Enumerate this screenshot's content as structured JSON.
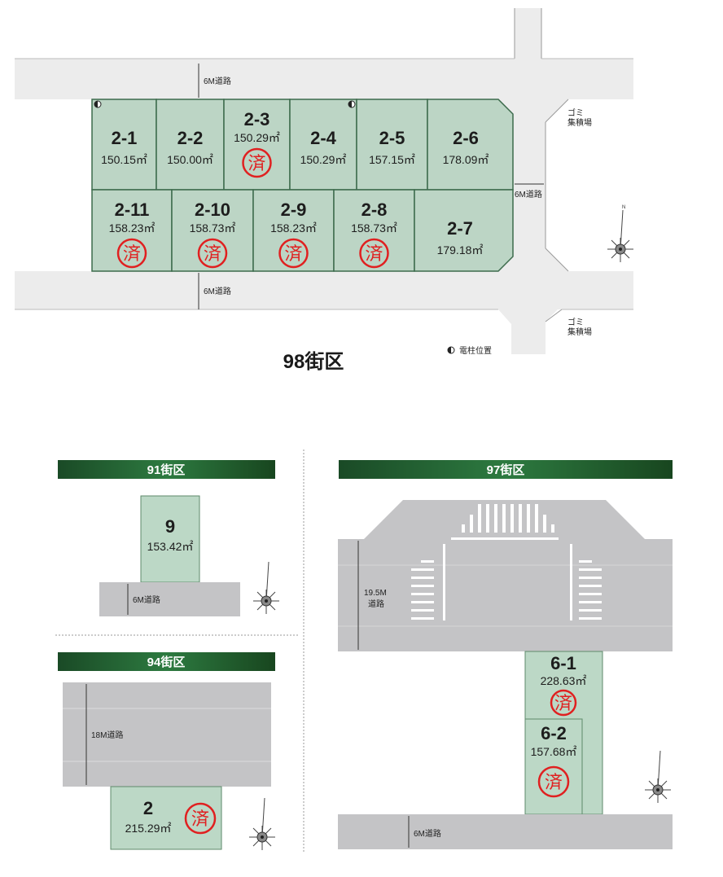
{
  "block98": {
    "title": "98街区",
    "road_top": "6M道路",
    "road_right": "6M道路",
    "road_bottom": "6M道路",
    "garbage_1": [
      "ゴミ",
      "集積場"
    ],
    "garbage_2": [
      "ゴミ",
      "集積場"
    ],
    "legend_pole": "電柱位置",
    "sold_mark": "済",
    "lots": [
      {
        "no": "2-1",
        "area": "150.15㎡",
        "sold": false
      },
      {
        "no": "2-2",
        "area": "150.00㎡",
        "sold": false
      },
      {
        "no": "2-3",
        "area": "150.29㎡",
        "sold": true
      },
      {
        "no": "2-4",
        "area": "150.29㎡",
        "sold": false
      },
      {
        "no": "2-5",
        "area": "157.15㎡",
        "sold": false
      },
      {
        "no": "2-6",
        "area": "178.09㎡",
        "sold": false
      },
      {
        "no": "2-11",
        "area": "158.23㎡",
        "sold": true
      },
      {
        "no": "2-10",
        "area": "158.73㎡",
        "sold": true
      },
      {
        "no": "2-9",
        "area": "158.23㎡",
        "sold": true
      },
      {
        "no": "2-8",
        "area": "158.73㎡",
        "sold": true
      },
      {
        "no": "2-7",
        "area": "179.18㎡",
        "sold": false
      }
    ]
  },
  "block91": {
    "title": "91街区",
    "road": "6M道路",
    "lots": [
      {
        "no": "9",
        "area": "153.42㎡",
        "sold": false
      }
    ]
  },
  "block94": {
    "title": "94街区",
    "road": "18M道路",
    "lots": [
      {
        "no": "2",
        "area": "215.29㎡",
        "sold": true
      }
    ]
  },
  "block97": {
    "title": "97街区",
    "road_main": [
      "19.5M",
      "道路"
    ],
    "road_bottom": "6M道路",
    "lots": [
      {
        "no": "6-1",
        "area": "228.63㎡",
        "sold": true
      },
      {
        "no": "6-2",
        "area": "157.68㎡",
        "sold": true
      }
    ]
  },
  "compass": {
    "north": "N"
  },
  "colors": {
    "lot": "#bcd5c5",
    "sold_stamp": "#e02020",
    "header_bar": "#1f5a2e",
    "road": "#c4c4c6"
  }
}
